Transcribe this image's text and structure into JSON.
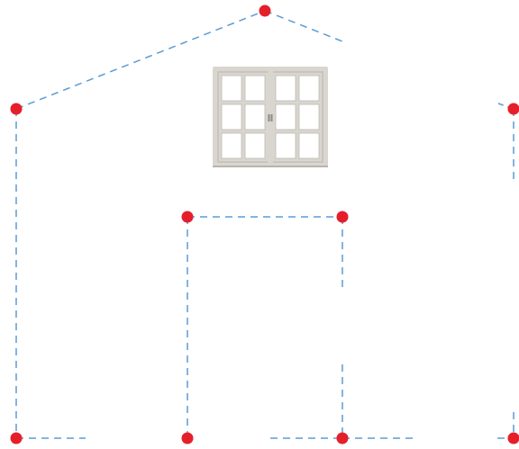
{
  "diagram": {
    "type": "house-elevation-outline",
    "style": {
      "guide_line_color": "#5b9bd5",
      "vertex_color": "#e51f2a",
      "window_frame_color": "#d9d6d0",
      "window_glass_color": "#ffffff",
      "window_handle_color": "#8a8a8a",
      "background": "#ffffff"
    },
    "window": {
      "icon": "casement-window-icon",
      "panes_per_sash": 6
    },
    "vertices": [
      "roof-peak",
      "left-eave",
      "right-eave",
      "door-top-left",
      "door-top-right",
      "left-base",
      "door-bottom-left",
      "door-bottom-right",
      "right-base"
    ]
  }
}
